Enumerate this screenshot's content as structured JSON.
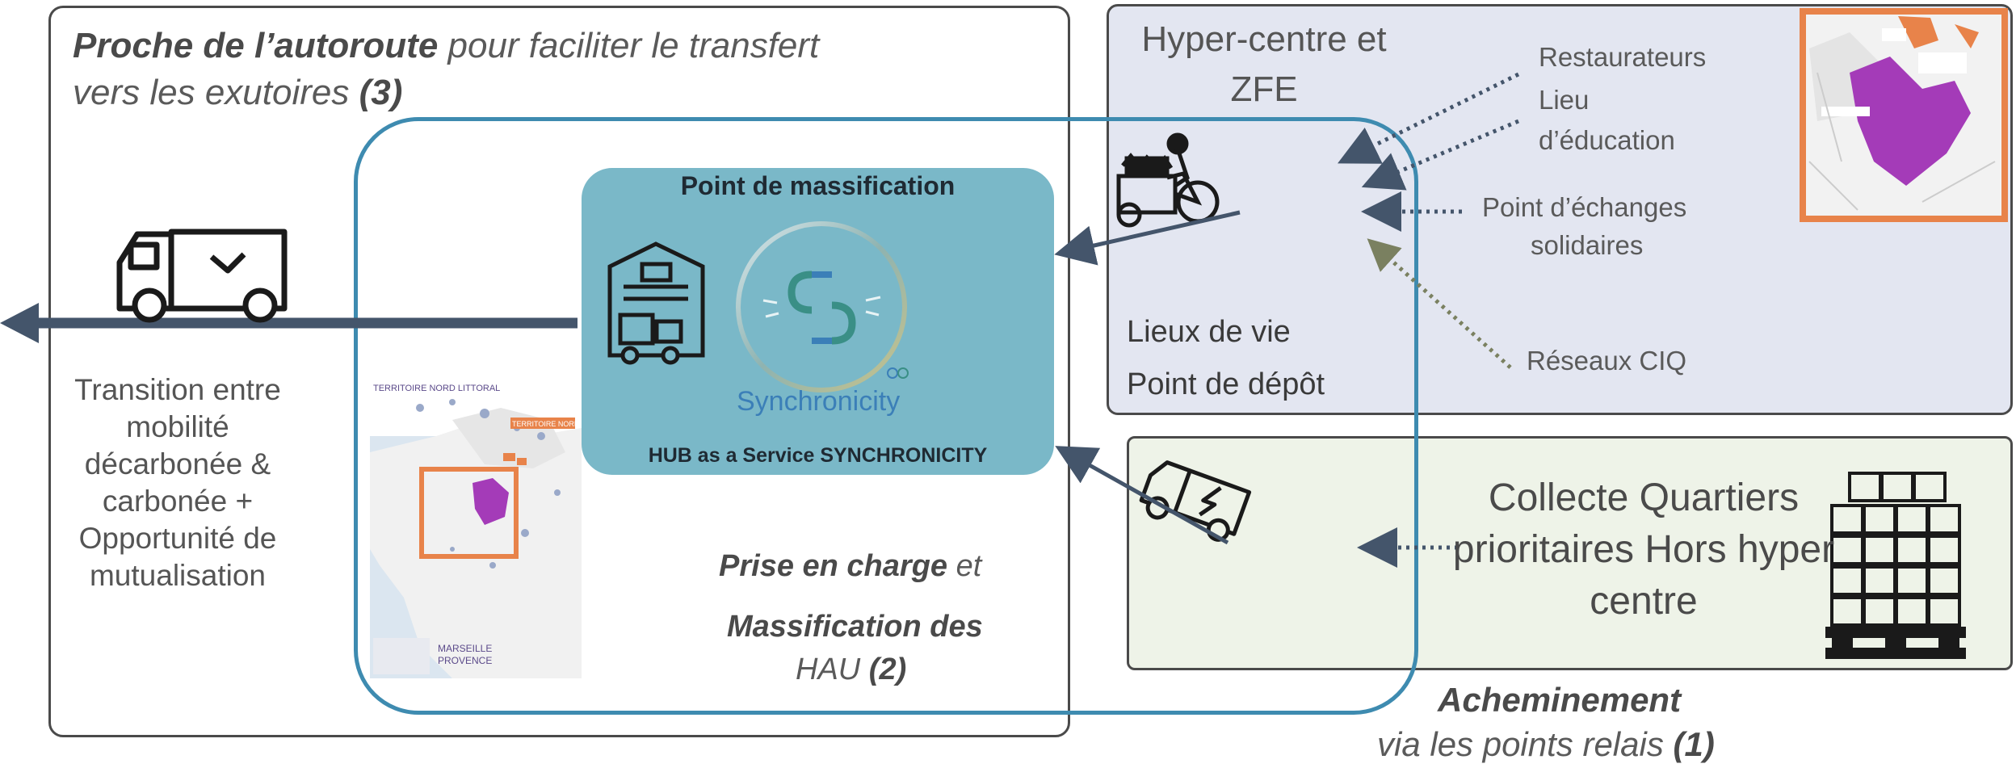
{
  "left_panel": {
    "title_line1_bold": "Proche de l’autoroute",
    "title_line1_rest": " pour faciliter le transfert",
    "title_line2": "vers les exutoires ",
    "title_line2_num": "(3)",
    "transition_text": "Transition entre mobilité décarbonée & carbonée + Opportunité de mutualisation"
  },
  "hub": {
    "title": "Point de massification",
    "logo_text": "Synchronicity",
    "subtitle": "HUB as a Service SYNCHRONICITY"
  },
  "prise": {
    "line1_bold": "Prise en charge",
    "line1_rest": " et",
    "line2_bold": "Massification des",
    "line3": "HAU ",
    "line3_num": "(2)"
  },
  "hyper_panel": {
    "title": "Hyper-centre et ZFE",
    "restaurateurs": "Restaurateurs",
    "lieu_line1": "Lieu",
    "lieu_line2": "d’éducation",
    "point_echanges_line1": "Point d’échanges",
    "point_echanges_line2": "solidaires",
    "reseaux": "Réseaux CIQ",
    "lieux_de_vie": "Lieux de vie",
    "point_de_depot": "Point de dépôt"
  },
  "collecte_panel": {
    "text": "Collecte Quartiers prioritaires Hors hyper centre"
  },
  "acheminement": {
    "line1": "Acheminement",
    "line2": "via les points relais ",
    "line2_num": "(1)"
  },
  "map_labels": {
    "territoire_nord": "TERRITOIRE NORD LITTORAL",
    "territoire_nord_est": "TERRITOIRE NORD EST",
    "marseille": "MARSEILLE",
    "provence": "PROVENCE"
  },
  "colors": {
    "loop_blue": "#3e8bb0",
    "hub_teal": "#7ab8c8",
    "highlight_orange": "#e8834a",
    "zone_purple": "#a43bb8",
    "arrow_navy": "#44556b"
  }
}
